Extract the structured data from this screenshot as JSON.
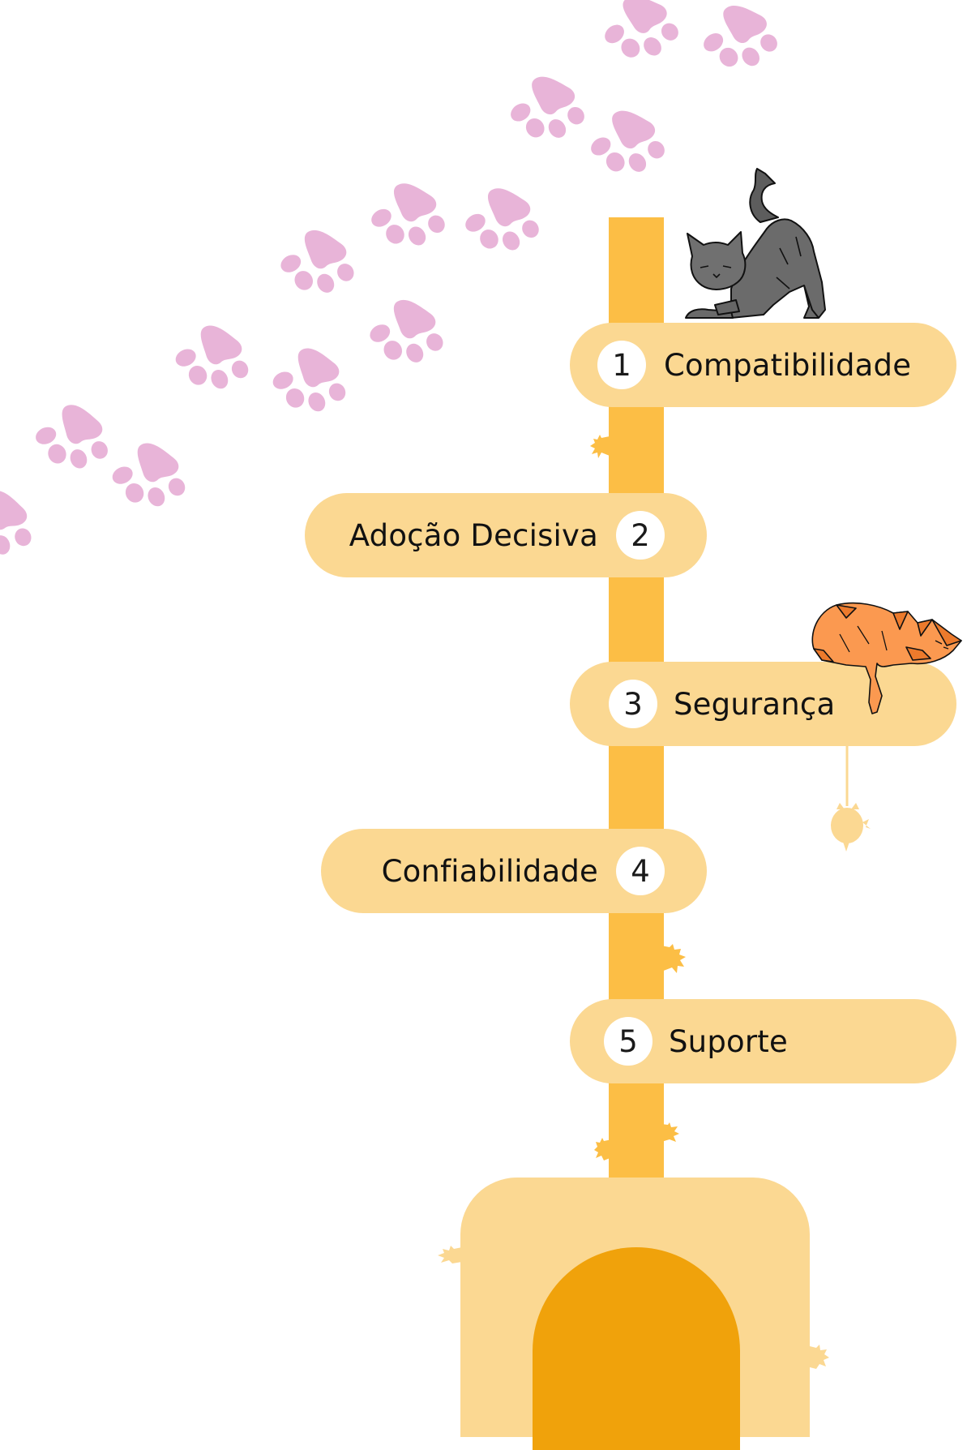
{
  "colors": {
    "post": "#fcbe45",
    "step_bg": "#fbd892",
    "door": "#f0a20b",
    "paw": "#e8b4d8",
    "number_bg": "#ffffff"
  },
  "icons": [
    "paw-print-icon",
    "gray-cat-stretching-icon",
    "orange-cat-sleeping-icon",
    "hanging-toy-mouse-icon"
  ],
  "steps": [
    {
      "number": "1",
      "label": "Compatibilidade"
    },
    {
      "number": "2",
      "label": "Adoção Decisiva"
    },
    {
      "number": "3",
      "label": "Segurança"
    },
    {
      "number": "4",
      "label": "Confiabilidade"
    },
    {
      "number": "5",
      "label": "Suporte"
    }
  ]
}
